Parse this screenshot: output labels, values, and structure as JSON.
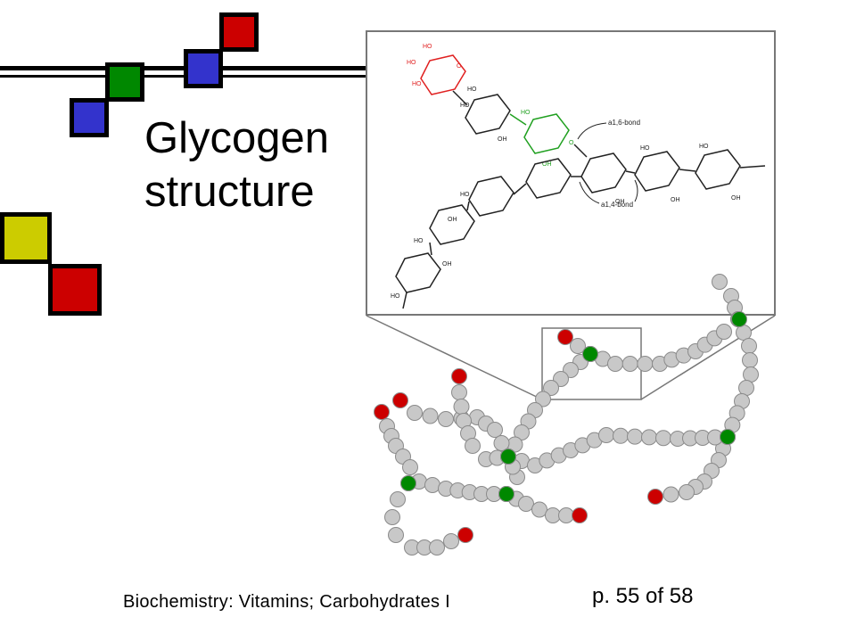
{
  "slide": {
    "title_lines": [
      "Glycogen",
      "structure"
    ],
    "footer_course": "Biochemistry: Vitamins; Carbohydrates  I",
    "footer_page": "p. 55 of 58"
  },
  "colors": {
    "red": "#cc0000",
    "green": "#008800",
    "blue": "#3333cc",
    "yellow": "#cccc00",
    "glucose_bead": "#c8c8c8",
    "chem_red": "#e02020",
    "chem_green": "#20a020"
  },
  "inset": {
    "bond_a16": "a1,6-bond",
    "bond_a14": "a1,4-bond",
    "ho": "HO",
    "oh": "OH",
    "o": "O"
  }
}
